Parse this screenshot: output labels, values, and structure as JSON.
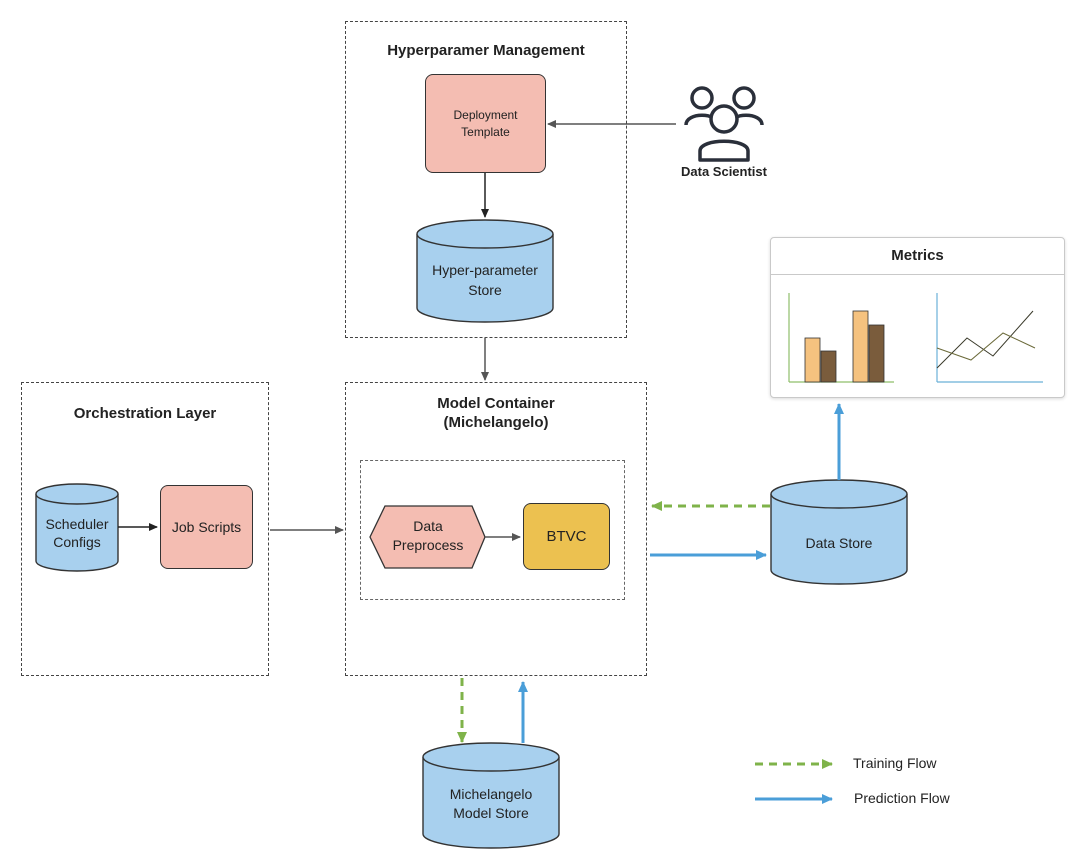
{
  "groups": {
    "hyperparameter_management": {
      "title": "Hyperparamer Management"
    },
    "orchestration_layer": {
      "title": "Orchestration Layer"
    },
    "model_container": {
      "title": "Model Container\n(Michelangelo)"
    },
    "metrics": {
      "title": "Metrics"
    }
  },
  "nodes": {
    "deployment_template": "Deployment\nTemplate",
    "hyperparameter_store": "Hyper-parameter\nStore",
    "data_scientist": "Data Scientist",
    "scheduler_configs": "Scheduler\nConfigs",
    "job_scripts": "Job Scripts",
    "data_preprocess": "Data\nPreprocess",
    "btvc": "BTVC",
    "data_store": "Data Store",
    "model_store": "Michelangelo\nModel Store"
  },
  "legend": {
    "training_flow": "Training Flow",
    "prediction_flow": "Prediction Flow"
  },
  "colors": {
    "store_fill": "#a8d0ee",
    "process_fill": "#f4bdb2",
    "btvc_fill": "#ecc150",
    "training_flow": "#7fb34a",
    "prediction_flow": "#4a9ed8",
    "bar_light": "#f5c27f",
    "bar_dark": "#7a5c3c"
  },
  "icons": {
    "data_scientist": "users-group-icon"
  }
}
